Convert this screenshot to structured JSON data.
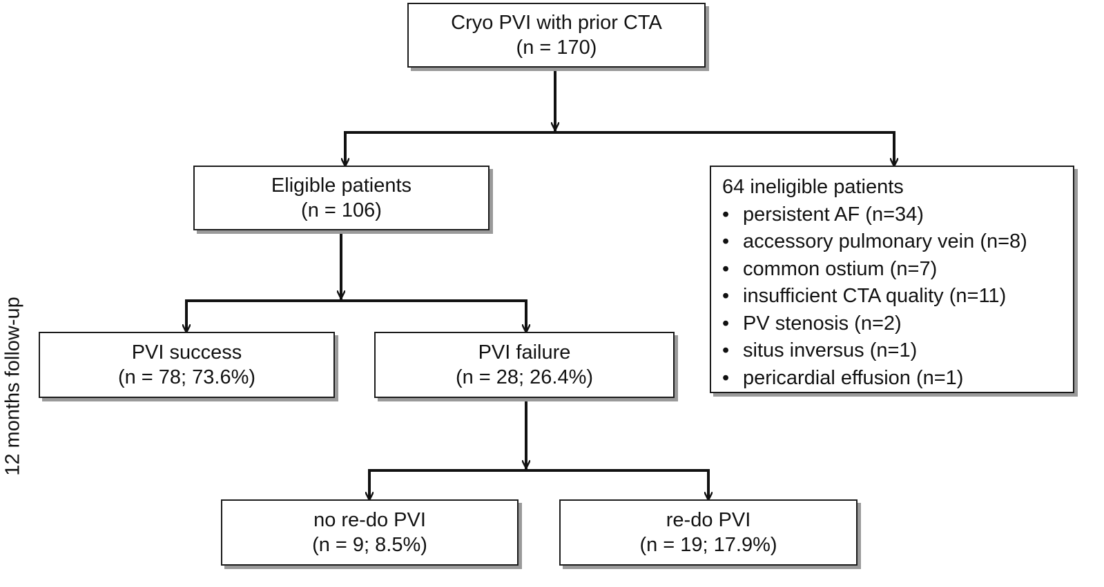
{
  "root": {
    "title": "Cryo PVI with prior CTA",
    "count": "(n = 170)"
  },
  "eligible": {
    "title": "Eligible patients",
    "count": "(n = 106)"
  },
  "ineligible": {
    "title": "64 ineligible patients",
    "items": [
      "persistent AF (n=34)",
      "accessory pulmonary vein (n=8)",
      "common ostium (n=7)",
      "insufficient CTA quality (n=11)",
      "PV stenosis (n=2)",
      "situs inversus (n=1)",
      "pericardial effusion (n=1)"
    ]
  },
  "success": {
    "title": "PVI success",
    "count": "(n = 78; 73.6%)"
  },
  "failure": {
    "title": "PVI failure",
    "count": "(n = 28; 26.4%)"
  },
  "no_redo": {
    "title": "no re-do PVI",
    "count": "(n = 9; 8.5%)"
  },
  "redo": {
    "title": "re-do PVI",
    "count": "(n = 19; 17.9%)"
  },
  "side_label": "12 months follow-up"
}
